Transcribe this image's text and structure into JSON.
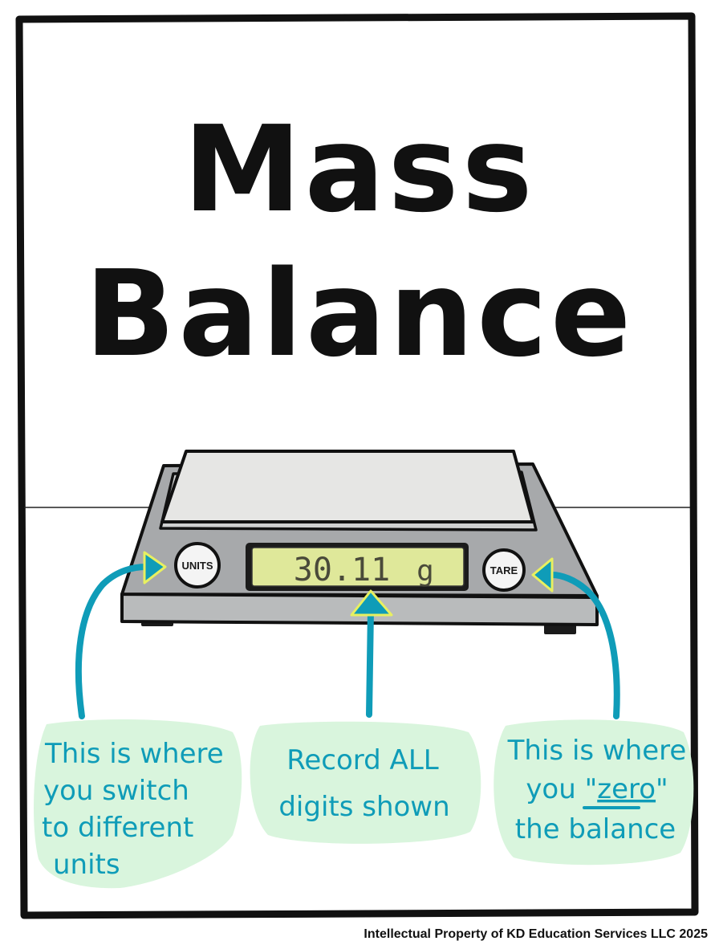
{
  "title": {
    "line1": "Mass",
    "line2": "Balance"
  },
  "balance": {
    "display_value": "30.11",
    "display_unit": "g",
    "units_button": "UNITS",
    "tare_button": "TARE"
  },
  "notes": {
    "units": {
      "line1": "This is where",
      "line2": "you switch",
      "line3": "to different",
      "line4": "units"
    },
    "record": {
      "line1": "Record ALL",
      "line2": "digits shown"
    },
    "tare": {
      "line1": "This is where",
      "line2_pre": "you \"",
      "line2_em": "zero",
      "line2_post": "\"",
      "line3": "the balance"
    }
  },
  "credit": "Intellectual Property of KD Education Services LLC 2025",
  "colors": {
    "arrow": "#0f9cb8",
    "note_fill": "#d9f5dd",
    "display_fill": "#dfe89a",
    "balance_body": "#a9abad",
    "pan": "#e6e6e4"
  }
}
